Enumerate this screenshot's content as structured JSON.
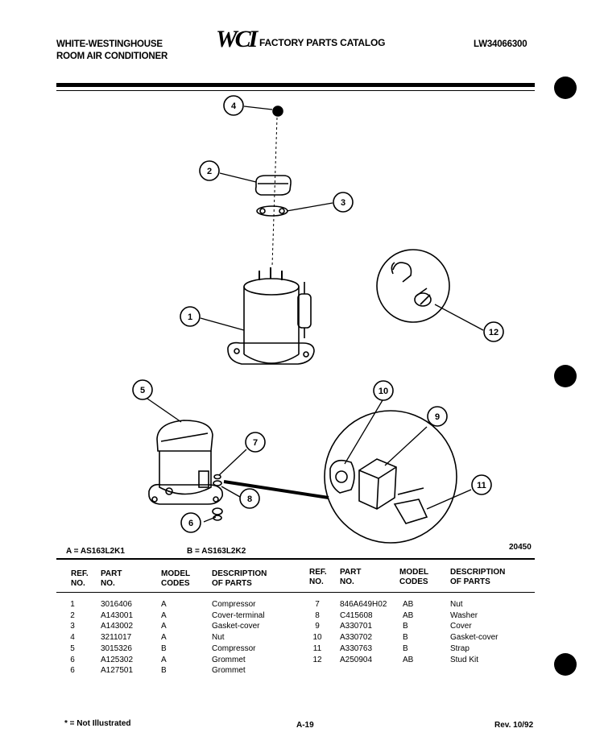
{
  "header": {
    "brand_line1": "WHITE-WESTINGHOUSE",
    "brand_line2": "ROOM AIR CONDITIONER",
    "logo": "WCI",
    "catalog_title": "FACTORY PARTS CATALOG",
    "model_number": "LW34066300"
  },
  "diagram": {
    "callouts": [
      "4",
      "2",
      "3",
      "12",
      "1",
      "5",
      "10",
      "9",
      "7",
      "11",
      "6",
      "8"
    ],
    "drawing_number": "20450"
  },
  "model_codes": {
    "a": "A = AS163L2K1",
    "b": "B = AS163L2K2"
  },
  "table": {
    "headers": {
      "ref1": "REF.",
      "ref2": "NO.",
      "part1": "PART",
      "part2": "NO.",
      "model1": "MODEL",
      "model2": "CODES",
      "desc1": "DESCRIPTION",
      "desc2": "OF PARTS"
    },
    "left_rows": [
      {
        "ref": "1",
        "part": "3016406",
        "code": "A",
        "desc": "Compressor"
      },
      {
        "ref": "2",
        "part": "A143001",
        "code": "A",
        "desc": "Cover-terminal"
      },
      {
        "ref": "3",
        "part": "A143002",
        "code": "A",
        "desc": "Gasket-cover"
      },
      {
        "ref": "4",
        "part": "3211017",
        "code": "A",
        "desc": "Nut"
      },
      {
        "ref": "5",
        "part": "3015326",
        "code": "B",
        "desc": "Compressor"
      },
      {
        "ref": "6",
        "part": "A125302",
        "code": "A",
        "desc": "Grommet"
      },
      {
        "ref": "6",
        "part": "A127501",
        "code": "B",
        "desc": "Grommet"
      }
    ],
    "right_rows": [
      {
        "ref": "7",
        "part": "846A649H02",
        "code": "AB",
        "desc": "Nut"
      },
      {
        "ref": "8",
        "part": "C415608",
        "code": "AB",
        "desc": "Washer"
      },
      {
        "ref": "9",
        "part": "A330701",
        "code": "B",
        "desc": "Cover"
      },
      {
        "ref": "10",
        "part": "A330702",
        "code": "B",
        "desc": "Gasket-cover"
      },
      {
        "ref": "11",
        "part": "A330763",
        "code": "B",
        "desc": "Strap"
      },
      {
        "ref": "12",
        "part": "A250904",
        "code": "AB",
        "desc": "Stud Kit"
      }
    ]
  },
  "footer": {
    "note": "* = Not Illustrated",
    "page": "A-19",
    "revision": "Rev. 10/92"
  }
}
